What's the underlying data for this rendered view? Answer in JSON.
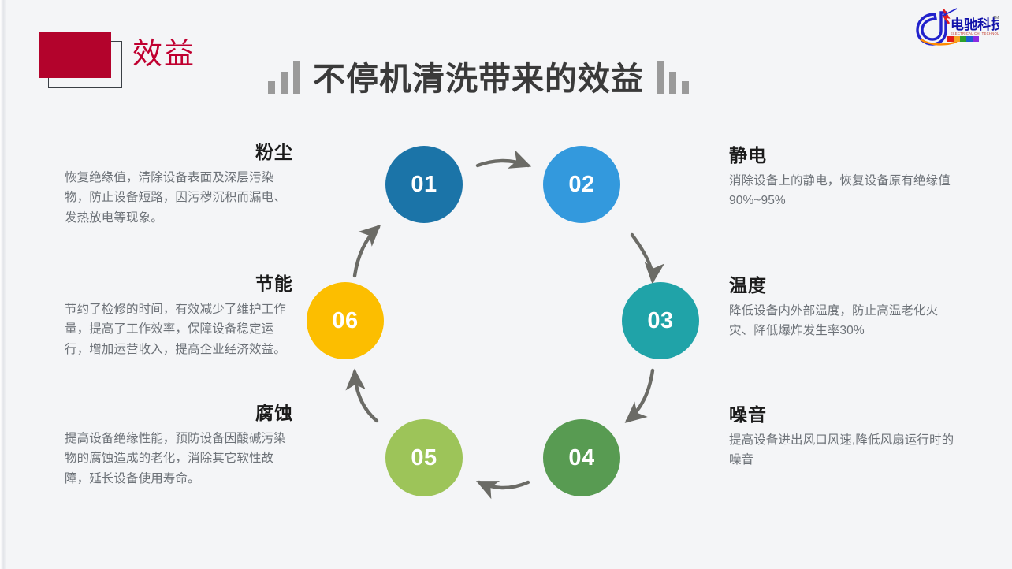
{
  "header": {
    "badge_label": "效益",
    "title": "不停机清洗带来的效益",
    "left_bars_icon": "bar-chart-ascending-icon",
    "right_bars_icon": "bar-chart-descending-icon"
  },
  "logo": {
    "brand_cn": "电驰科技",
    "brand_en": "ELECTRICAL CHI TECHNOLOGY",
    "trademark": "TM"
  },
  "colors": {
    "background": "#f4f5f7",
    "badge_red": "#b3032c",
    "badge_text_red": "#c00030",
    "title_gray": "#3a3a3a",
    "body_gray": "#6d7278",
    "arrow_gray": "#6b6b66",
    "node_01": "#1b74a8",
    "node_02": "#3399dd",
    "node_03": "#20a3a8",
    "node_04": "#589b52",
    "node_05": "#9dc459",
    "node_06": "#fcbe00"
  },
  "cycle": {
    "nodes": [
      {
        "number": "01",
        "color": "#1b74a8",
        "topic": "粉尘"
      },
      {
        "number": "02",
        "color": "#3399dd",
        "topic": "静电"
      },
      {
        "number": "03",
        "color": "#20a3a8",
        "topic": "温度"
      },
      {
        "number": "04",
        "color": "#589b52",
        "topic": "噪音"
      },
      {
        "number": "05",
        "color": "#9dc459",
        "topic": "腐蚀"
      },
      {
        "number": "06",
        "color": "#fcbe00",
        "topic": "节能"
      }
    ]
  },
  "blocks": {
    "dust": {
      "title": "粉尘",
      "body": "恢复绝缘值，清除设备表面及深层污染物，防止设备短路，因污秽沉积而漏电、发热放电等现象。"
    },
    "energy": {
      "title": "节能",
      "body": "节约了检修的时间，有效减少了维护工作量，提高了工作效率，保障设备稳定运行，增加运营收入，提高企业经济效益。"
    },
    "corrosion": {
      "title": "腐蚀",
      "body": "提高设备绝缘性能，预防设备因酸碱污染物的腐蚀造成的老化，消除其它软性故障，延长设备使用寿命。"
    },
    "static": {
      "title": "静电",
      "body": "消除设备上的静电，恢复设备原有绝缘值90%~95%"
    },
    "temperature": {
      "title": "温度",
      "body": "降低设备内外部温度，防止高温老化火灾、降低爆炸发生率30%"
    },
    "noise": {
      "title": "噪音",
      "body": "提高设备进出风口风速,降低风扇运行时的噪音"
    }
  }
}
